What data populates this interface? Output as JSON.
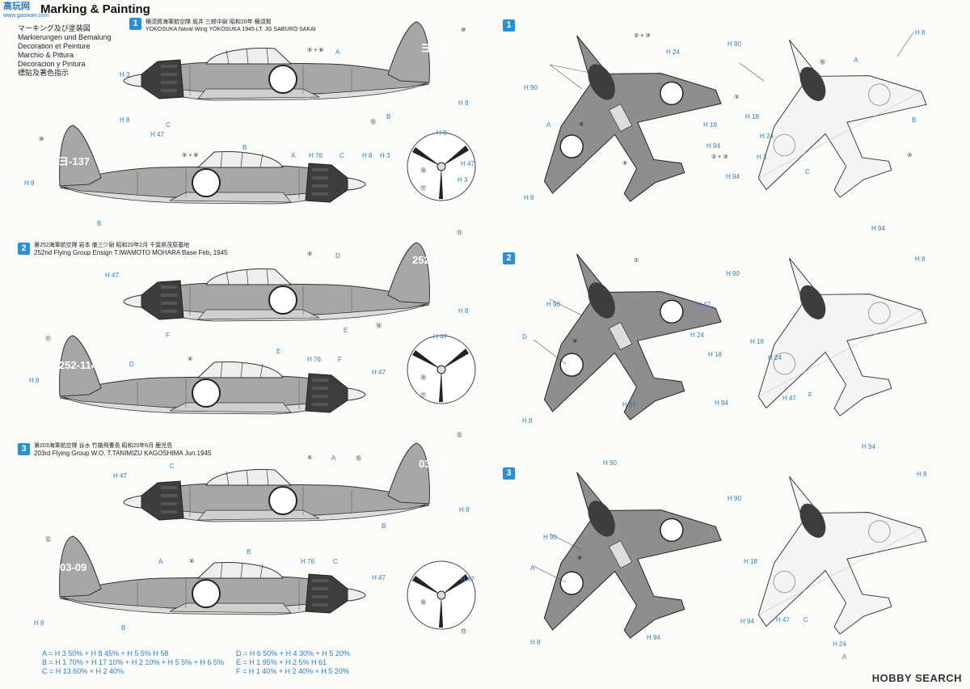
{
  "header": {
    "watermark": "高玩网",
    "watermark_sub": "www.gaowan.com",
    "title": "Marking & Painting",
    "languages": [
      "マーキング及び塗装図",
      "Markierungen und Bemalung",
      "Decoration et Peinture",
      "Marchio & Pittura",
      "Decoracion y Pintura",
      "標貼及著色指示"
    ]
  },
  "sections": [
    {
      "badge": "1",
      "title_ja": "横須賀海軍航空隊 坂井 三郎中尉 昭和20年 横須賀",
      "title_en": "YOKOSUKA Naval Wing YOKOSUKA 1945 LT. JG SABURO SAKAI",
      "tail_code": "ヨ-137"
    },
    {
      "badge": "2",
      "title_ja": "第252海軍航空隊 岩本 徹三少尉 昭和20年2月 千葉県茂原基地",
      "title_en": "252nd Flying Group Ensign T.IWAMOTO MOHARA Base Feb, 1945",
      "tail_code": "252-114"
    },
    {
      "badge": "3",
      "title_ja": "第203海軍航空隊 谷水 竹雄飛曹長 昭和20年6月 鹿児島",
      "title_en": "203rd Flying Group W.O. T.TANIMIZU KAGOSHIMA Jun.1945",
      "tail_code": "03-09"
    }
  ],
  "labels": {
    "h3": "H 3",
    "h8": "H 8",
    "h47": "H 47",
    "h76": "H 76",
    "h24": "H 24",
    "h18": "H 18",
    "h90": "H 90",
    "h94": "H 94",
    "a": "A",
    "b": "B",
    "c": "C",
    "d": "D",
    "e": "E",
    "f": "F",
    "n1": "①",
    "n2p3": "② + ③",
    "n3": "③",
    "n4": "④",
    "n5p6": "⑤ + ⑥",
    "n7": "⑦",
    "n8": "⑧",
    "n9": "⑨",
    "n10": "⑩",
    "n11": "⑪",
    "n12": "⑫",
    "n13": "⑬",
    "n14": "⑭",
    "n15": "⑮",
    "n16": "⑯",
    "n17": "⑰",
    "n18": "⑱"
  },
  "color_key": [
    "A = H 3 50% + H 8 45% + H 5 5% H 58",
    "B = H 1 70% + H 17 10% + H 2 10% + H 5 5% + H 6 5%",
    "C = H 13 60% + H 2 40%",
    "D = H 6 50% + H 4 30% + H 5 20%",
    "E = H 1 95% + H 2 5% H 61",
    "F = H 1 40% + H 2 40% + H 5 20%"
  ],
  "footer": {
    "logo_main": "HOBBY SEARCH"
  },
  "colors": {
    "accent": "#2b8fd6",
    "fuselage_dark": "#6d6d6d",
    "fuselage_light": "#a7a7a7",
    "underside": "#d2d2d2",
    "cowl": "#3d3d3d",
    "roundel": "#ffffff"
  }
}
